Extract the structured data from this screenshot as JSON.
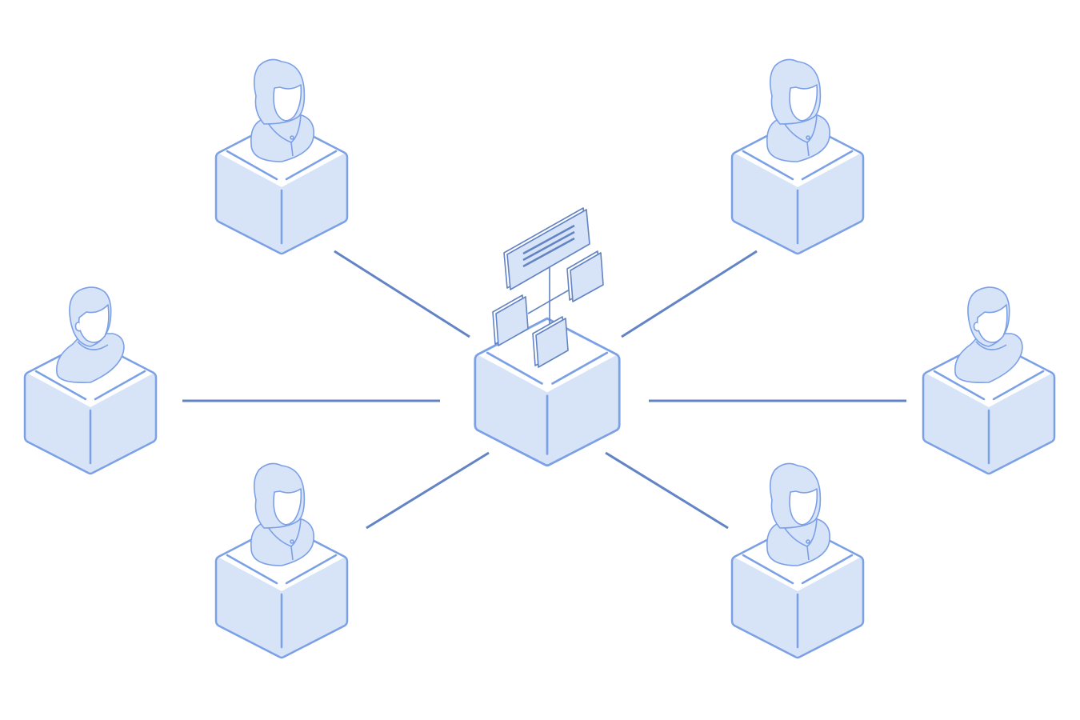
{
  "diagram": {
    "type": "hub-and-spoke network",
    "hub": {
      "icon": "org-chart-cards-icon"
    },
    "nodes": [
      {
        "id": "top-left",
        "person": "woman"
      },
      {
        "id": "top-right",
        "person": "woman"
      },
      {
        "id": "left",
        "person": "man"
      },
      {
        "id": "right",
        "person": "man"
      },
      {
        "id": "bottom-left",
        "person": "woman"
      },
      {
        "id": "bottom-right",
        "person": "woman"
      }
    ],
    "colors": {
      "cube_fill": "#d7e3f7",
      "cube_stroke": "#7ba0e6",
      "connector": "#6283c4",
      "icon_stroke": "#6283c4"
    }
  }
}
